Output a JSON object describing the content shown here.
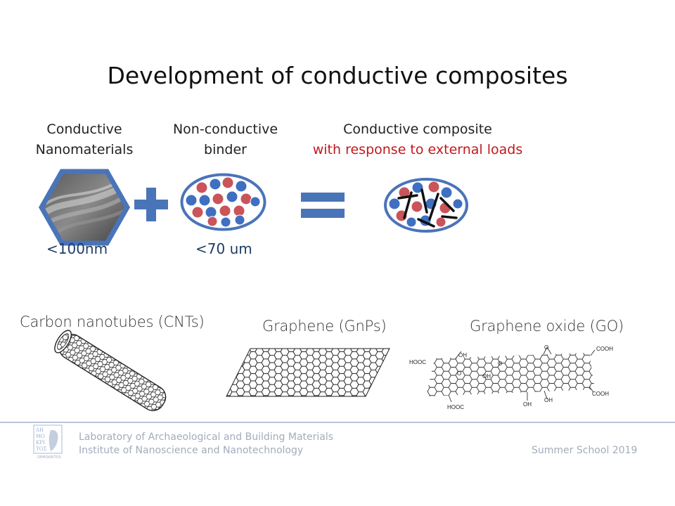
{
  "title": "Development of conductive composites",
  "components": {
    "nanomaterials": {
      "line1": "Conductive",
      "line2": "Nanomaterials",
      "size": "<100nm"
    },
    "binder": {
      "line1": "Non-conductive",
      "line2": "binder",
      "size": "<70 um"
    },
    "composite": {
      "line1": "Conductive composite",
      "line2": "with response to external loads"
    }
  },
  "materials": {
    "cnt": "Carbon nanotubes (CNTs)",
    "graphene": "Graphene (GnPs)",
    "go": "Graphene oxide (GO)"
  },
  "go_groups": {
    "hooc1": "HOOC",
    "oh1": "OH",
    "o1": "O",
    "oh2": "OH",
    "o2": "O",
    "o3": "O",
    "cooh1": "COOH",
    "oh3": "OH",
    "oh4": "OH",
    "hooc2": "HOOC",
    "cooh2": "COOH"
  },
  "footer": {
    "lab": "Laboratory of Archaeological and Building Materials",
    "institute": "Institute of Nanoscience and Nanotechnology",
    "event": "Summer School 2019",
    "logo_text": "DEMOKRITOS"
  },
  "colors": {
    "accent_blue": "#4a74b8",
    "particle_blue": "#3f6fc0",
    "particle_red": "#c9545a",
    "highlight_red": "#c0191d",
    "footer_text": "#a3acba"
  }
}
